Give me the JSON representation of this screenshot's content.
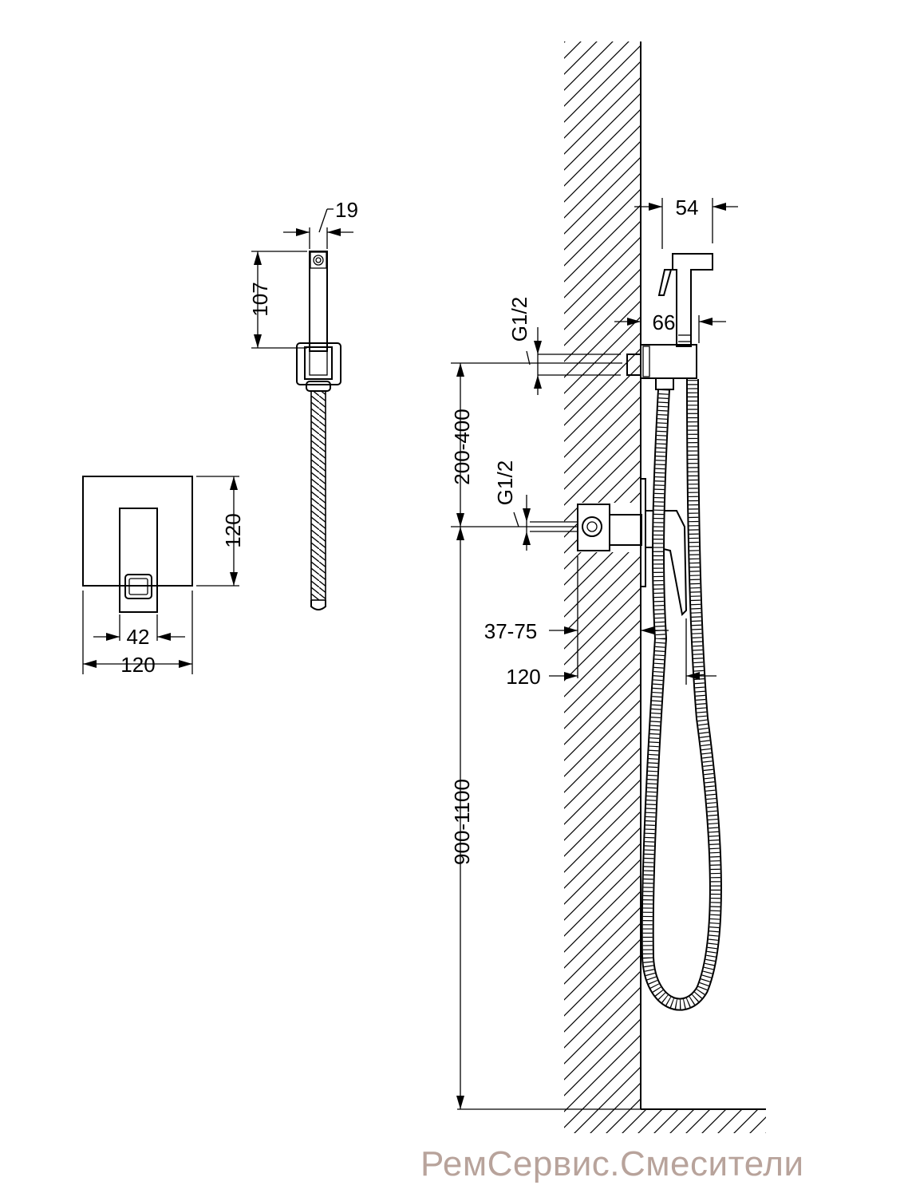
{
  "dimensions": {
    "shower_width": "19",
    "shower_height": "107",
    "plate_height": "120",
    "plate_width": "120",
    "handle_width": "42",
    "head_length": "54",
    "head_offset": "66",
    "thread_top": "G1/2",
    "thread_bottom": "G1/2",
    "between_outlets": "200-400",
    "floor_height": "900-1100",
    "wall_depth": "37-75",
    "projection": "120"
  },
  "watermark": "РемСервис.Смесители"
}
